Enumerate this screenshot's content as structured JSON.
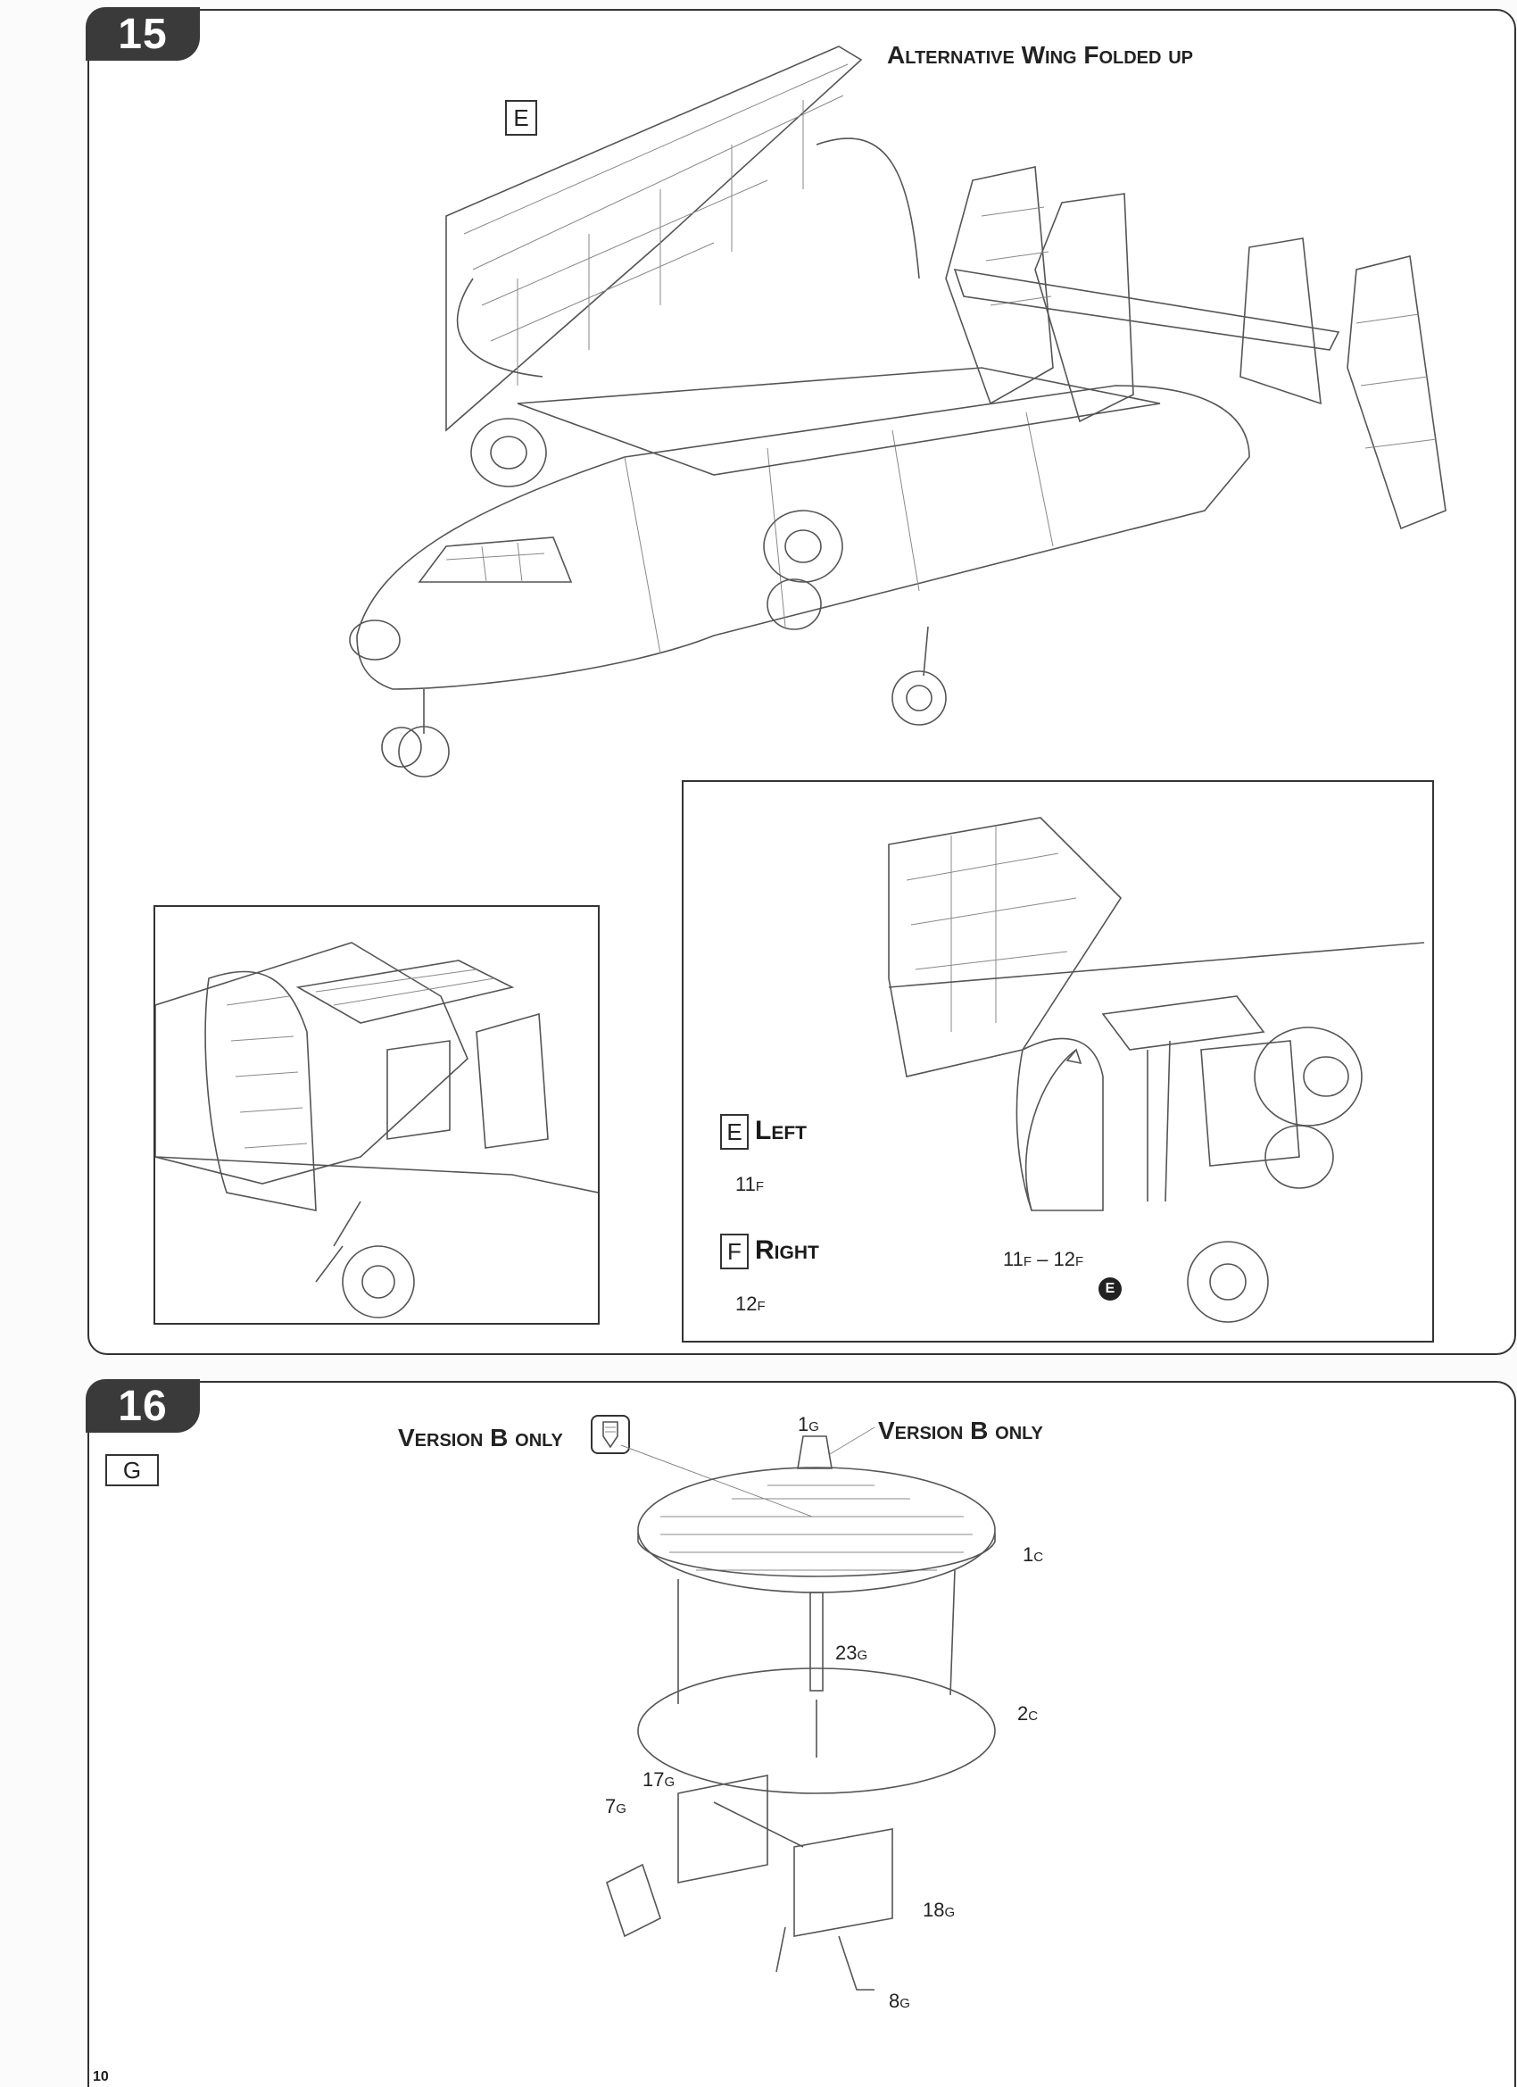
{
  "step15": {
    "number": "15",
    "title": "Alternative Wing Folded up",
    "part_box": "E",
    "detail": {
      "left": {
        "box": "E",
        "label": "Left",
        "part": "11",
        "part_sub": "F"
      },
      "right": {
        "box": "F",
        "label": "Right",
        "part": "12",
        "part_sub": "F"
      },
      "callout": {
        "a": "11",
        "a_sub": "F",
        "sep": " – ",
        "b": "12",
        "b_sub": "F"
      },
      "marker": "E"
    }
  },
  "step16": {
    "number": "16",
    "part_box": "G",
    "version_left": "Version B only",
    "version_right": "Version B only",
    "parts": [
      {
        "num": "1",
        "sub": "G"
      },
      {
        "num": "1",
        "sub": "C"
      },
      {
        "num": "23",
        "sub": "G"
      },
      {
        "num": "2",
        "sub": "C"
      },
      {
        "num": "17",
        "sub": "G"
      },
      {
        "num": "7",
        "sub": "G"
      },
      {
        "num": "18",
        "sub": "G"
      },
      {
        "num": "8",
        "sub": "G"
      }
    ]
  },
  "page_number": "10"
}
